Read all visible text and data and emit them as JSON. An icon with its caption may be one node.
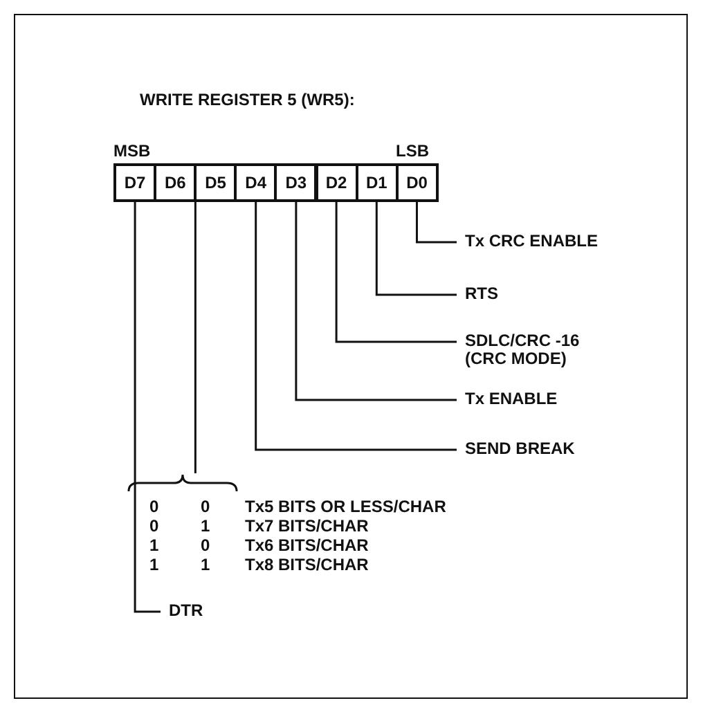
{
  "diagram": {
    "title": "WRITE REGISTER 5 (WR5):",
    "nodes": [
      {
        "text": [
          "D7"
        ]
      },
      {
        "text": [
          "D6"
        ]
      },
      {
        "text": [
          "D5"
        ]
      },
      {
        "text": [
          "D4"
        ]
      },
      {
        "text": [
          "D3"
        ]
      },
      {
        "text": [
          "D2"
        ]
      },
      {
        "text": [
          "D1"
        ]
      },
      {
        "text": [
          "D0"
        ]
      },
      {
        "text": [
          "Tx CRC ENABLE"
        ]
      },
      {
        "text": [
          "RTS"
        ]
      },
      {
        "text": [
          "SDLC/CRC -16 (CRC MODE)"
        ]
      },
      {
        "text": [
          "Tx ENABLE"
        ]
      },
      {
        "text": [
          "SEND BREAK"
        ]
      },
      {
        "text": [],
        "shape": "brace"
      },
      {
        "text": [
          "DTR"
        ]
      }
    ],
    "edges": [
      {
        "from": 7,
        "to": 8,
        "arrow": "none"
      },
      {
        "from": 6,
        "to": 9,
        "arrow": "none"
      },
      {
        "from": 5,
        "to": 10,
        "arrow": "none"
      },
      {
        "from": 4,
        "to": 11,
        "arrow": "none"
      },
      {
        "from": 3,
        "to": 12,
        "arrow": "none"
      },
      {
        "from": 1,
        "to": 13,
        "arrow": "none"
      },
      {
        "from": 2,
        "to": 13,
        "arrow": "none"
      },
      {
        "from": 0,
        "to": 14,
        "arrow": "none"
      }
    ],
    "labels": [
      "MSB",
      "LSB",
      "0",
      "0",
      "Tx5 BITS OR LESS/CHAR",
      "0",
      "1",
      "Tx7 BITS/CHAR",
      "1",
      "0",
      "Tx6 BITS/CHAR",
      "1",
      "1",
      "Tx8 BITS/CHAR"
    ]
  }
}
